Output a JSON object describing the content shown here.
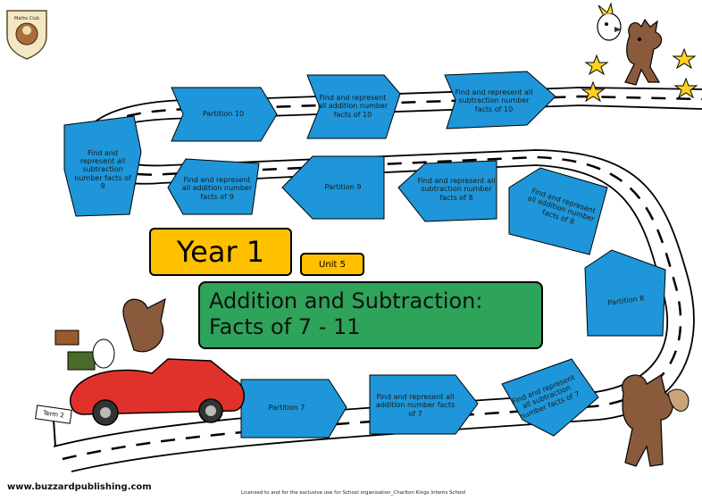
{
  "header": {
    "logo_text": "Maths Club"
  },
  "board_squares": [
    {
      "id": "partition-10",
      "label": "Partition 10"
    },
    {
      "id": "facts-of-10-a",
      "label": "Find and represent all addition number facts of 10"
    },
    {
      "id": "facts-of-10-b",
      "label": "Find and represent all subtraction number facts of 10"
    },
    {
      "id": "subtraction-facts-of-9",
      "label": "Find and represent all subtraction number facts of 9"
    },
    {
      "id": "addition-facts-of-9",
      "label": "Find and represent all addition number facts of 9"
    },
    {
      "id": "partition-9",
      "label": "Partition 9"
    },
    {
      "id": "subtraction-facts-of-8",
      "label": "Find and represent all subtraction number facts of 8"
    },
    {
      "id": "addition-facts-of-8",
      "label": "Find and represent all addition number facts of 8"
    },
    {
      "id": "partition-8",
      "label": "Partition 8"
    },
    {
      "id": "partition-7",
      "label": "Partition 7"
    },
    {
      "id": "addition-facts-of-7",
      "label": "Find and represent all addition number facts of 7"
    },
    {
      "id": "subtraction-facts-of-7",
      "label": "Find and represent all subtraction number facts of 7"
    }
  ],
  "title": {
    "year": "Year 1",
    "unit": "Unit 5",
    "line1": "Addition and Subtraction:",
    "line2": "Facts of 7 - 11"
  },
  "term_sign": "Term 2",
  "footer": {
    "url": "www.buzzardpublishing.com",
    "license": "Licensed to and for the exclusive use for School organisation_Charlton Kings Infants School"
  },
  "colors": {
    "square_fill": "#1e96d9",
    "year_fill": "#ffc000",
    "title_fill": "#2ea35a",
    "star_fill": "#ffd21f",
    "car_red": "#e0322b"
  }
}
